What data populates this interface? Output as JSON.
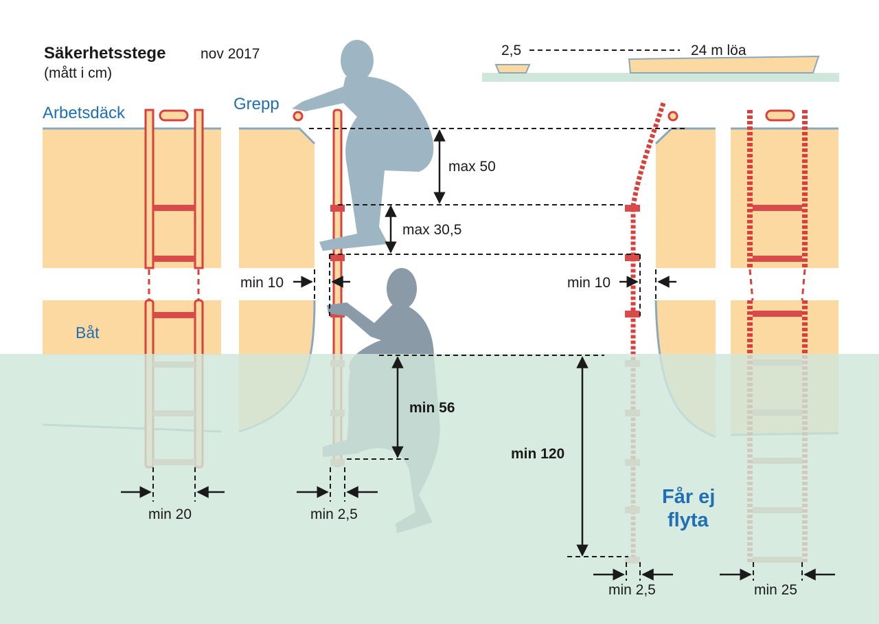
{
  "title": "Säkerhetsstege",
  "date": "nov 2017",
  "units": "(mått i cm)",
  "scale": {
    "left_label": "2,5",
    "right_label": "24 m löa"
  },
  "labels": {
    "work_deck": "Arbetsdäck",
    "grip": "Grepp",
    "boat": "Båt",
    "no_float_line1": "Får ej",
    "no_float_line2": "flyta"
  },
  "dimensions": {
    "max_50": "max 50",
    "max_30_5": "max 30,5",
    "min_10_left": "min 10",
    "min_10_right": "min 10",
    "min_56": "min 56",
    "min_120": "min 120",
    "min_20": "min 20",
    "min_2_5_left": "min 2,5",
    "min_2_5_right": "min 2,5",
    "min_25": "min 25"
  },
  "colors": {
    "deck": "#fcd9a0",
    "deck_edge": "#8aa8bc",
    "water": "#cfe7da",
    "ladder": "#d9403c",
    "rung": "#d94a4a",
    "rung_underwater": "#d89c8a",
    "figure": "#9eb6c4",
    "figure_dark": "#8a9aa6",
    "blue_text": "#1f6fb4"
  }
}
